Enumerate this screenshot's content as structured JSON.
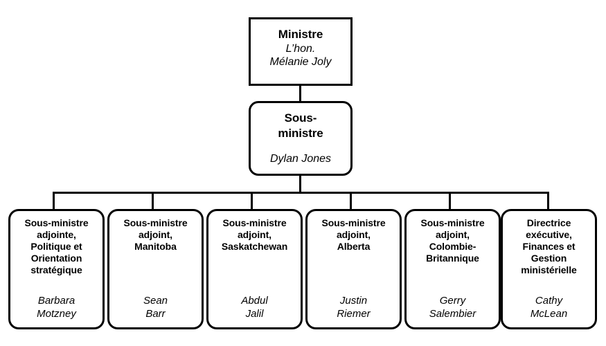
{
  "chart": {
    "type": "org-chart",
    "language": "fr",
    "background_color": "#ffffff",
    "line_color": "#000000",
    "border_color": "#000000",
    "text_color": "#000000",
    "levels": 3
  },
  "root": {
    "title": "Ministre",
    "person_line1": "L’hon.",
    "person_line2": "Mélanie Joly",
    "shape": "rectangle"
  },
  "deputy": {
    "title_line1": "Sous-",
    "title_line2": "ministre",
    "person": "Dylan Jones",
    "shape": "rounded-rectangle"
  },
  "leaves": [
    {
      "title_lines": [
        "Sous-ministre",
        "adjointe,",
        "Politique et",
        "Orientation",
        "stratégique"
      ],
      "person_lines": [
        "Barbara",
        "Motzney"
      ]
    },
    {
      "title_lines": [
        "Sous-ministre",
        "adjoint,",
        "Manitoba"
      ],
      "person_lines": [
        "Sean",
        "Barr"
      ]
    },
    {
      "title_lines": [
        "Sous-ministre",
        "adjoint,",
        "Saskatchewan"
      ],
      "person_lines": [
        "Abdul",
        "Jalil"
      ]
    },
    {
      "title_lines": [
        "Sous-ministre",
        "adjoint,",
        "Alberta"
      ],
      "person_lines": [
        "Justin",
        "Riemer"
      ]
    },
    {
      "title_lines": [
        "Sous-ministre",
        "adjoint,",
        "Colombie-",
        "Britannique"
      ],
      "person_lines": [
        "Gerry",
        "Salembier"
      ]
    },
    {
      "title_lines": [
        "Directrice",
        "exécutive,",
        "Finances et",
        "Gestion",
        "ministérielle"
      ],
      "person_lines": [
        "Cathy",
        "McLean"
      ]
    }
  ]
}
